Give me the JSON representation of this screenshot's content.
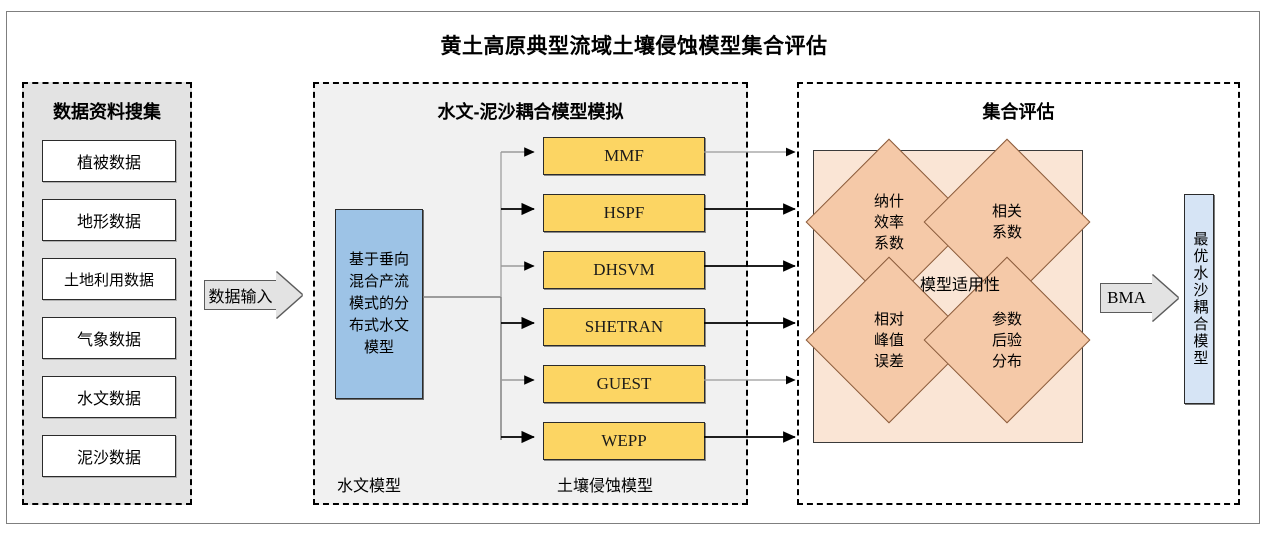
{
  "title": "黄土高原典型流域土壤侵蚀模型集合评估",
  "panels": {
    "collect": {
      "title": "数据资料搜集",
      "items": [
        {
          "label": "植被数据"
        },
        {
          "label": "地形数据"
        },
        {
          "label": "土地利用数据"
        },
        {
          "label": "气象数据"
        },
        {
          "label": "水文数据"
        },
        {
          "label": "泥沙数据"
        }
      ]
    },
    "simulation": {
      "title": "水文-泥沙耦合模型模拟",
      "hydro_model": "基于垂向混合产流模式的分布式水文模型",
      "erosion_models": [
        {
          "label": "MMF"
        },
        {
          "label": "HSPF"
        },
        {
          "label": "DHSVM"
        },
        {
          "label": "SHETRAN"
        },
        {
          "label": "GUEST"
        },
        {
          "label": "WEPP"
        }
      ],
      "footer_left": "水文模型",
      "footer_right": "土壤侵蚀模型"
    },
    "ensemble": {
      "title": "集合评估",
      "center_label": "模型适用性",
      "metrics": [
        {
          "label": "纳什\n效率\n系数"
        },
        {
          "label": "相关\n系数"
        },
        {
          "label": "相对\n峰值\n误差"
        },
        {
          "label": "参数\n后验\n分布"
        }
      ],
      "final_model": "最优水沙耦合模型"
    }
  },
  "arrows": {
    "data_input": "数据输入",
    "bma": "BMA"
  },
  "colors": {
    "hydro_box": "#9dc3e6",
    "model_box": "#fcd563",
    "metric_panel": "#fae5d5",
    "diamond": "#f5c9a8",
    "final_box": "#d6e4f5",
    "collect_panel": "#e3e3e3",
    "sim_panel": "#f1f1f1"
  }
}
